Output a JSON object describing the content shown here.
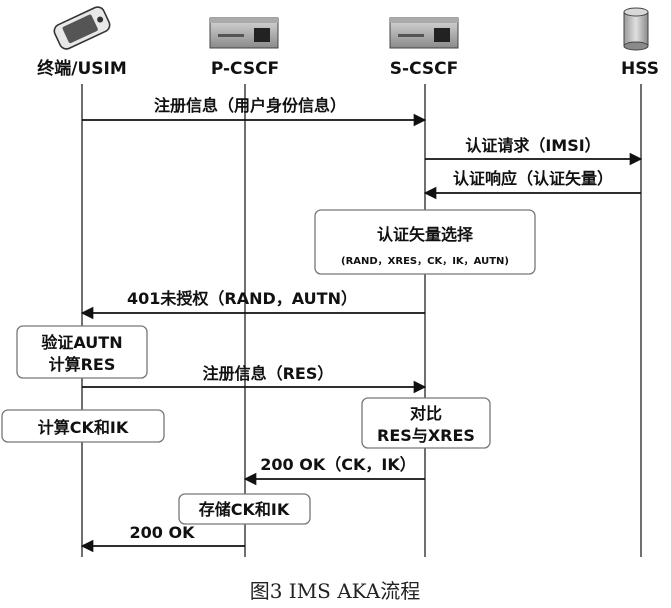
{
  "entities": [
    {
      "label": "终端/USIM",
      "icon": "phone-icon"
    },
    {
      "label": "P-CSCF",
      "icon": "server-icon"
    },
    {
      "label": "S-CSCF",
      "icon": "server-icon"
    },
    {
      "label": "HSS",
      "icon": "database-icon"
    }
  ],
  "messages": [
    {
      "label": "注册信息（用户身份信息）",
      "from": "终端/USIM",
      "to": "S-CSCF"
    },
    {
      "label": "认证请求（IMSI）",
      "from": "S-CSCF",
      "to": "HSS"
    },
    {
      "label": "认证响应（认证矢量）",
      "from": "HSS",
      "to": "S-CSCF"
    },
    {
      "label": "401未授权（RAND，AUTN）",
      "from": "S-CSCF",
      "to": "终端/USIM"
    },
    {
      "label": "注册信息（RES）",
      "from": "终端/USIM",
      "to": "S-CSCF"
    },
    {
      "label": "200 OK（CK，IK）",
      "from": "S-CSCF",
      "to": "P-CSCF"
    },
    {
      "label": "200 OK",
      "from": "P-CSCF",
      "to": "终端/USIM"
    }
  ],
  "boxes": {
    "select_vector": {
      "line1": "认证矢量选择",
      "line2": "(RAND，XRES，CK，IK，AUTN)"
    },
    "verify_autn": {
      "line1": "验证AUTN",
      "line2": "计算RES"
    },
    "compute_ck_ik": {
      "line1": "计算CK和IK"
    },
    "compare": {
      "line1": "对比",
      "line2": "RES与XRES"
    },
    "store_ck_ik": {
      "line1": "存储CK和IK"
    }
  },
  "caption": "图3  IMS AKA流程"
}
